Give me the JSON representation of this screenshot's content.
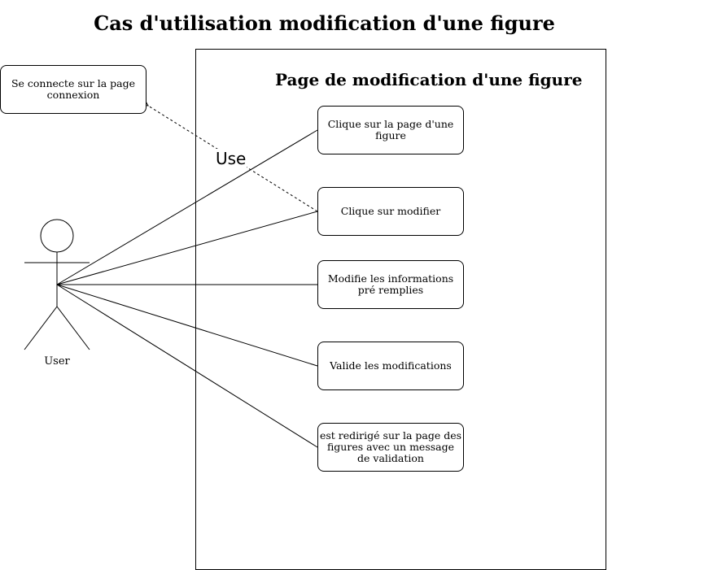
{
  "diagram": {
    "title": "Cas d'utilisation modification d'une figure",
    "system_title": "Page de modification d'une figure",
    "actor": {
      "label": "User"
    },
    "external_use_case": {
      "label": "Se connecte sur la page connexion"
    },
    "use_cases": [
      {
        "label": "Clique sur la page d'une figure"
      },
      {
        "label": "Clique sur modifier"
      },
      {
        "label": "Modifie les informations pré remplies"
      },
      {
        "label": "Valide les modifications"
      },
      {
        "label": "est redirigé sur la page des figures avec un message de validation"
      }
    ],
    "dependency": {
      "label": "Use",
      "from": "Clique sur modifier",
      "to": "Se connecte sur la page connexion",
      "style": "dashed"
    }
  }
}
